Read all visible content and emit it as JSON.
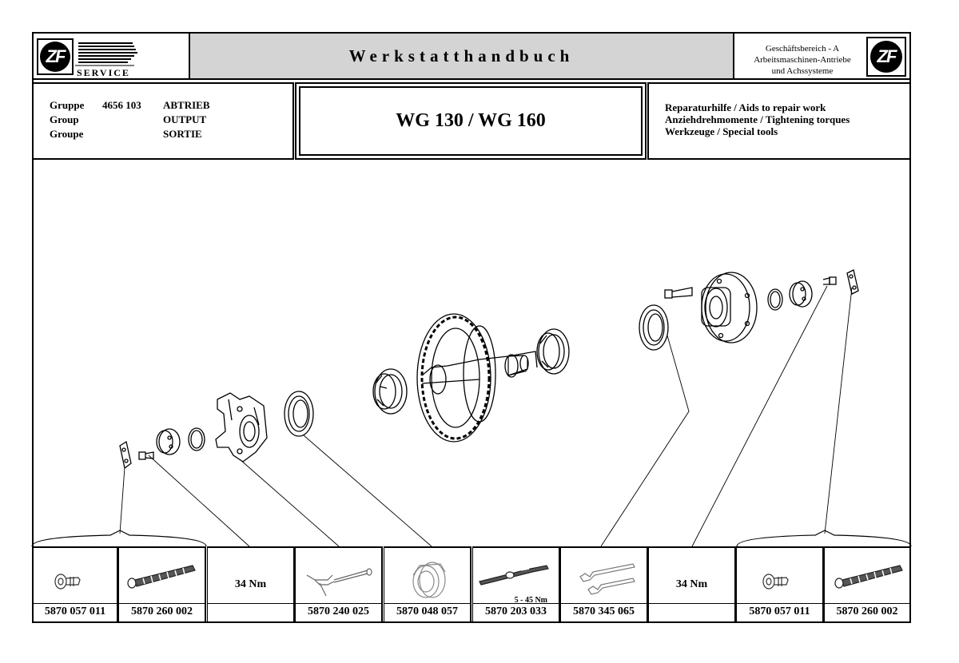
{
  "header": {
    "service_label": "SERVICE",
    "manual_title": "Werkstatthandbuch",
    "division_lines": [
      "Geschäftsbereich - A",
      "Arbeitsmaschinen-Antriebe",
      "und Achssysteme"
    ],
    "brand_mark": "ZF"
  },
  "group": {
    "labels": [
      "Gruppe",
      "Group",
      "Groupe"
    ],
    "number": "4656 103",
    "names": [
      "ABTRIEB",
      "OUTPUT",
      "SORTIE"
    ]
  },
  "model": "WG 130 / WG 160",
  "aids": [
    "Reparaturhilfe / Aids to repair work",
    "Anziehdrehmomente / Tightening torques",
    "Werkzeuge / Special tools"
  ],
  "tools": [
    {
      "number": "5870 057 011",
      "icon": "lifting-eye-icon"
    },
    {
      "number": "5870 260 002",
      "icon": "threaded-rod-icon"
    },
    {
      "number": "",
      "torque": "34 Nm"
    },
    {
      "number": "5870 240 025",
      "icon": "fixture-icon"
    },
    {
      "number": "5870 048 057",
      "icon": "press-sleeve-icon"
    },
    {
      "number": "5870 203 033",
      "icon": "torque-wrench-icon",
      "torque_range": "5 - 45 Nm"
    },
    {
      "number": "5870 345 065",
      "icon": "wrench-pair-icon"
    },
    {
      "number": "",
      "torque": "34 Nm"
    },
    {
      "number": "5870 057 011",
      "icon": "lifting-eye-icon"
    },
    {
      "number": "5870 260 002",
      "icon": "threaded-rod-icon"
    }
  ]
}
